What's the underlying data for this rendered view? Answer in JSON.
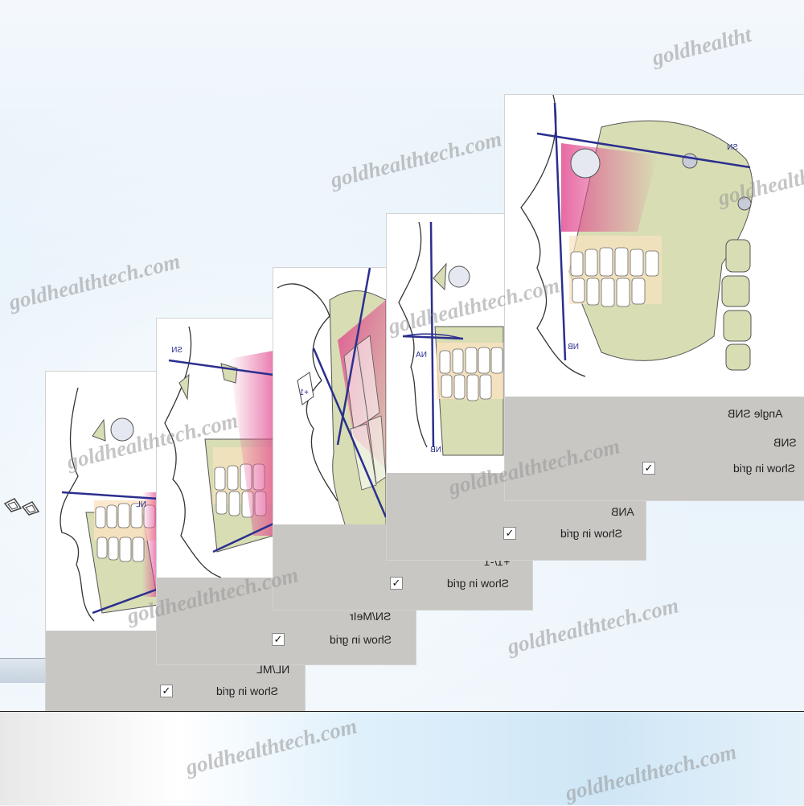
{
  "cards": [
    {
      "id": "nl-ml",
      "title": "NL/ML",
      "show_label": "Show in grid",
      "check_glyph": "✓",
      "line_label": "NL"
    },
    {
      "id": "sn-melr",
      "title": "SN/MeIr",
      "show_label": "Show in grid",
      "check_glyph": "✓",
      "line_label": "SN"
    },
    {
      "id": "incisor",
      "title": "+1/-1",
      "show_label": "Show in grid",
      "check_glyph": "✓",
      "line_label": "+1"
    },
    {
      "id": "anb",
      "title": "ANB",
      "show_label": "Show in grid",
      "check_glyph": "✓",
      "line_label_a": "NA",
      "line_label_b": "NB"
    },
    {
      "id": "snb",
      "title": "Angle SNB",
      "subtitle": "SNB",
      "show_label": "Show in grid",
      "check_glyph": "✓",
      "line_label_a": "SN",
      "line_label_b": "NB"
    }
  ],
  "watermarks": [
    "goldhealtht",
    "goldhealthtech.com",
    "goldhealthtech.com",
    "goldhealthtech.com",
    "goldhealthtech.com",
    "goldhealthtech.com",
    "goldhealthtech.com",
    "goldhealthtech.com",
    "goldhealthtech.com",
    "goldhealthtech.com",
    "goldhealthtech.com"
  ],
  "colors": {
    "line": "#2b2f8e",
    "bone": "#d8ddb4",
    "highlight": "#e0458c",
    "tooth": "#ffffff",
    "tooth_shade": "#f3c98e",
    "panel": "#c9c7c3"
  }
}
